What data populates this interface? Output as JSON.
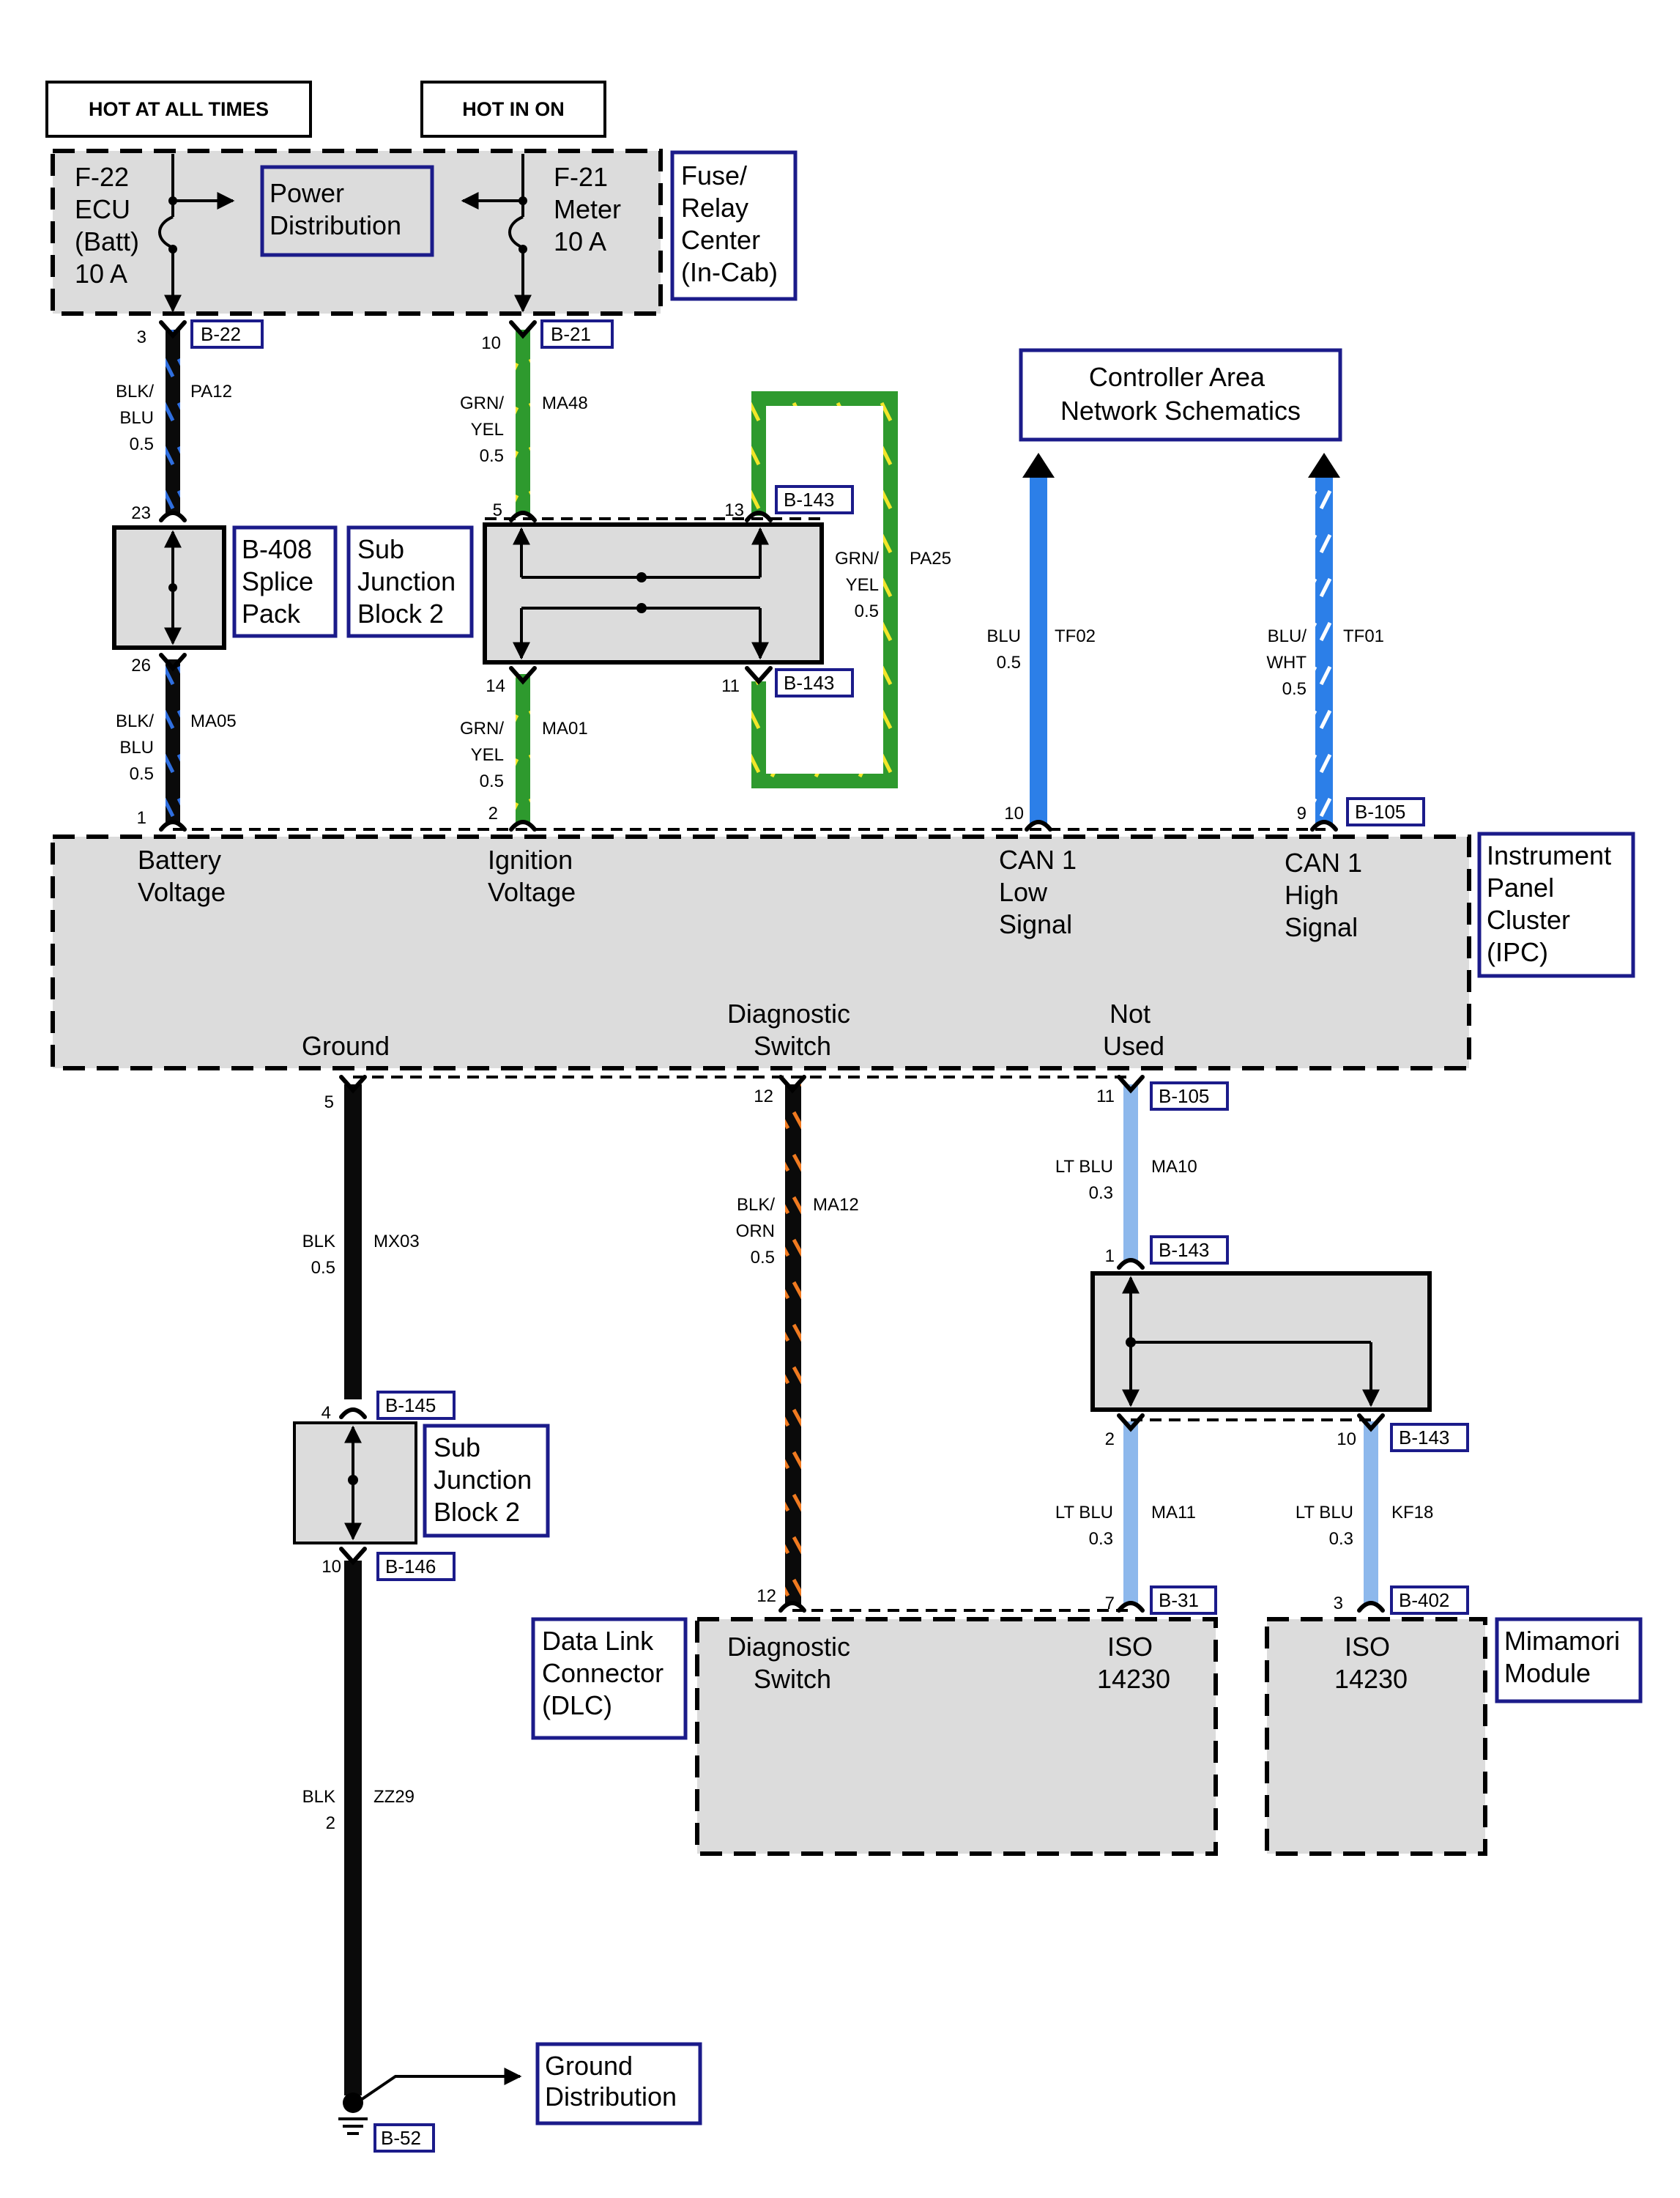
{
  "header": {
    "hot_at_all_times": "HOT AT ALL TIMES",
    "hot_in_on": "HOT IN ON"
  },
  "fuse_center": {
    "name": [
      "Fuse/",
      "Relay",
      "Center",
      "(In-Cab)"
    ],
    "fuse_f22": [
      "F-22",
      "ECU",
      "(Batt)",
      "10 A"
    ],
    "fuse_f21": [
      "F-21",
      "Meter",
      "10 A"
    ],
    "power_distribution": [
      "Power",
      "Distribution"
    ]
  },
  "can_schematics": [
    "Controller Area",
    "Network Schematics"
  ],
  "splice_pack": {
    "id": "B-408",
    "name": [
      "Splice",
      "Pack"
    ]
  },
  "sub_junction_upper": [
    "Sub",
    "Junction",
    "Block 2"
  ],
  "sub_junction_lower": [
    "Sub",
    "Junction",
    "Block 2"
  ],
  "ipc": {
    "name": [
      "Instrument",
      "Panel",
      "Cluster",
      "(IPC)"
    ],
    "battery_voltage": [
      "Battery",
      "Voltage"
    ],
    "ignition_voltage": [
      "Ignition",
      "Voltage"
    ],
    "can_low": [
      "CAN 1",
      "Low",
      "Signal"
    ],
    "can_high": [
      "CAN 1",
      "High",
      "Signal"
    ],
    "ground": "Ground",
    "diagnostic_switch": [
      "Diagnostic",
      "Switch"
    ],
    "not_used": [
      "Not",
      "Used"
    ]
  },
  "dlc": {
    "name": [
      "Data Link",
      "Connector",
      "(DLC)"
    ],
    "diagnostic_switch": [
      "Diagnostic",
      "Switch"
    ],
    "iso": [
      "ISO",
      "14230"
    ]
  },
  "mimamori": {
    "name": [
      "Mimamori",
      "Module"
    ],
    "iso": [
      "ISO",
      "14230"
    ]
  },
  "ground_distribution": [
    "Ground",
    "Distribution"
  ],
  "connectors": {
    "b22": "B-22",
    "b21": "B-21",
    "b143_a": "B-143",
    "b143_b": "B-143",
    "b105_a": "B-105",
    "b105_b": "B-105",
    "b143_c": "B-143",
    "b143_d": "B-143",
    "b145": "B-145",
    "b146": "B-146",
    "b31": "B-31",
    "b402": "B-402",
    "b52": "B-52"
  },
  "pins": {
    "p3": "3",
    "p10": "10",
    "p23": "23",
    "p26": "26",
    "p5": "5",
    "p13": "13",
    "p14": "14",
    "p11": "11",
    "p1": "1",
    "p2": "2",
    "p10_ipc": "10",
    "p9": "9",
    "p5_ipc": "5",
    "p12_ipc": "12",
    "p11_ipc": "11",
    "p1_b143": "1",
    "p2_b143": "2",
    "p10_b143": "10",
    "p4": "4",
    "p10_b146": "10",
    "p12_dlc": "12",
    "p7": "7",
    "p3_b402": "3"
  },
  "wires": {
    "pa12": {
      "color": [
        "BLK/",
        "BLU"
      ],
      "size": "0.5",
      "id": "PA12"
    },
    "ma05": {
      "color": [
        "BLK/",
        "BLU"
      ],
      "size": "0.5",
      "id": "MA05"
    },
    "ma48": {
      "color": [
        "GRN/",
        "YEL"
      ],
      "size": "0.5",
      "id": "MA48"
    },
    "ma01": {
      "color": [
        "GRN/",
        "YEL"
      ],
      "size": "0.5",
      "id": "MA01"
    },
    "pa25": {
      "color": [
        "GRN/",
        "YEL"
      ],
      "size": "0.5",
      "id": "PA25"
    },
    "tf02": {
      "color": [
        "BLU"
      ],
      "size": "0.5",
      "id": "TF02"
    },
    "tf01": {
      "color": [
        "BLU/",
        "WHT"
      ],
      "size": "0.5",
      "id": "TF01"
    },
    "mx03": {
      "color": [
        "BLK"
      ],
      "size": "0.5",
      "id": "MX03"
    },
    "ma12": {
      "color": [
        "BLK/",
        "ORN"
      ],
      "size": "0.5",
      "id": "MA12"
    },
    "ma10": {
      "color": [
        "LT BLU"
      ],
      "size": "0.3",
      "id": "MA10"
    },
    "ma11": {
      "color": [
        "LT BLU"
      ],
      "size": "0.3",
      "id": "MA11"
    },
    "kf18": {
      "color": [
        "LT BLU"
      ],
      "size": "0.3",
      "id": "KF18"
    },
    "zz29": {
      "color": [
        "BLK"
      ],
      "size": "2",
      "id": "ZZ29"
    }
  },
  "colors": {
    "wire_black": "#0a0a0a",
    "stripe_blue": "#2f6fe0",
    "wire_green": "#2e9a2e",
    "stripe_yellow": "#f2e629",
    "wire_blue": "#2c7fe8",
    "wire_ltblue": "#8db8ec",
    "stripe_orange": "#f07a20",
    "box_fill": "#dcdcdc",
    "label_border": "#1b1b8a"
  }
}
